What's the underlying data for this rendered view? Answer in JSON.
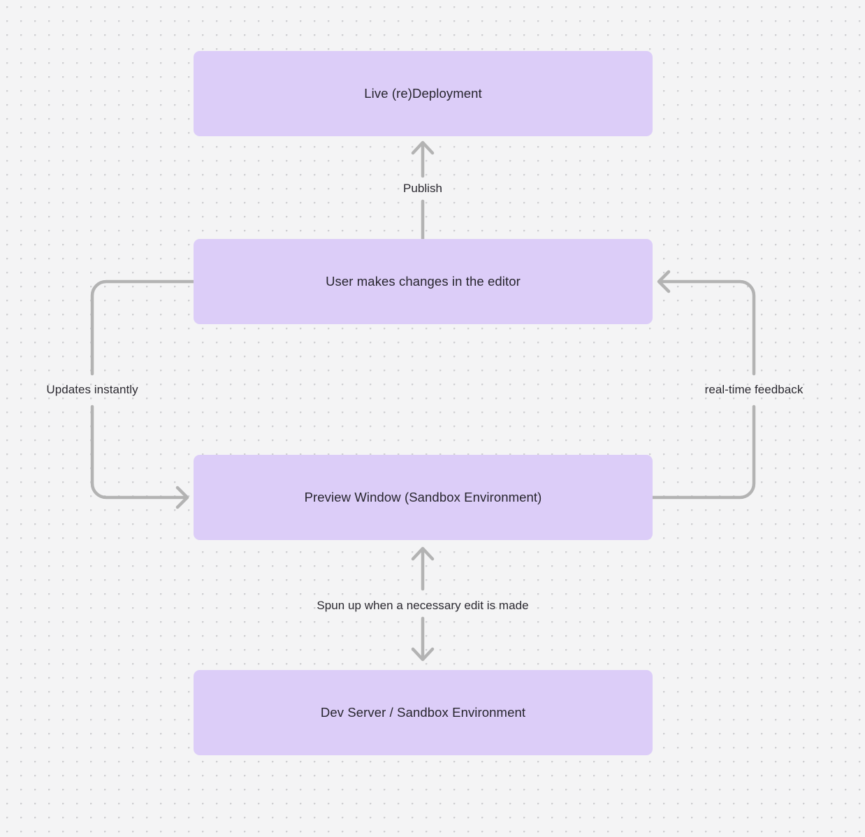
{
  "diagram": {
    "type": "flowchart",
    "background_color": "#f4f4f5",
    "grid": "dot-grid",
    "node_color": "#dccdf8",
    "edge_color": "#b3b3b3",
    "text_color": "#27252e",
    "nodes": [
      {
        "id": "live-deployment",
        "label": "Live (re)Deployment"
      },
      {
        "id": "user-changes",
        "label": "User makes changes in the editor"
      },
      {
        "id": "preview-window",
        "label": "Preview Window (Sandbox Environment)"
      },
      {
        "id": "dev-server",
        "label": "Dev Server / Sandbox Environment"
      }
    ],
    "edges": [
      {
        "id": "publish",
        "label": "Publish",
        "from": "user-changes",
        "to": "live-deployment",
        "direction": "up",
        "arrowheads": "end"
      },
      {
        "id": "updates-instantly",
        "label": "Updates instantly",
        "from": "user-changes",
        "to": "preview-window",
        "direction": "left-loop",
        "arrowheads": "end"
      },
      {
        "id": "real-time-feedback",
        "label": "real-time feedback",
        "from": "preview-window",
        "to": "user-changes",
        "direction": "right-loop",
        "arrowheads": "end"
      },
      {
        "id": "spun-up",
        "label": "Spun up when a necessary edit is made",
        "from": "preview-window",
        "to": "dev-server",
        "direction": "vertical",
        "arrowheads": "both"
      }
    ]
  }
}
